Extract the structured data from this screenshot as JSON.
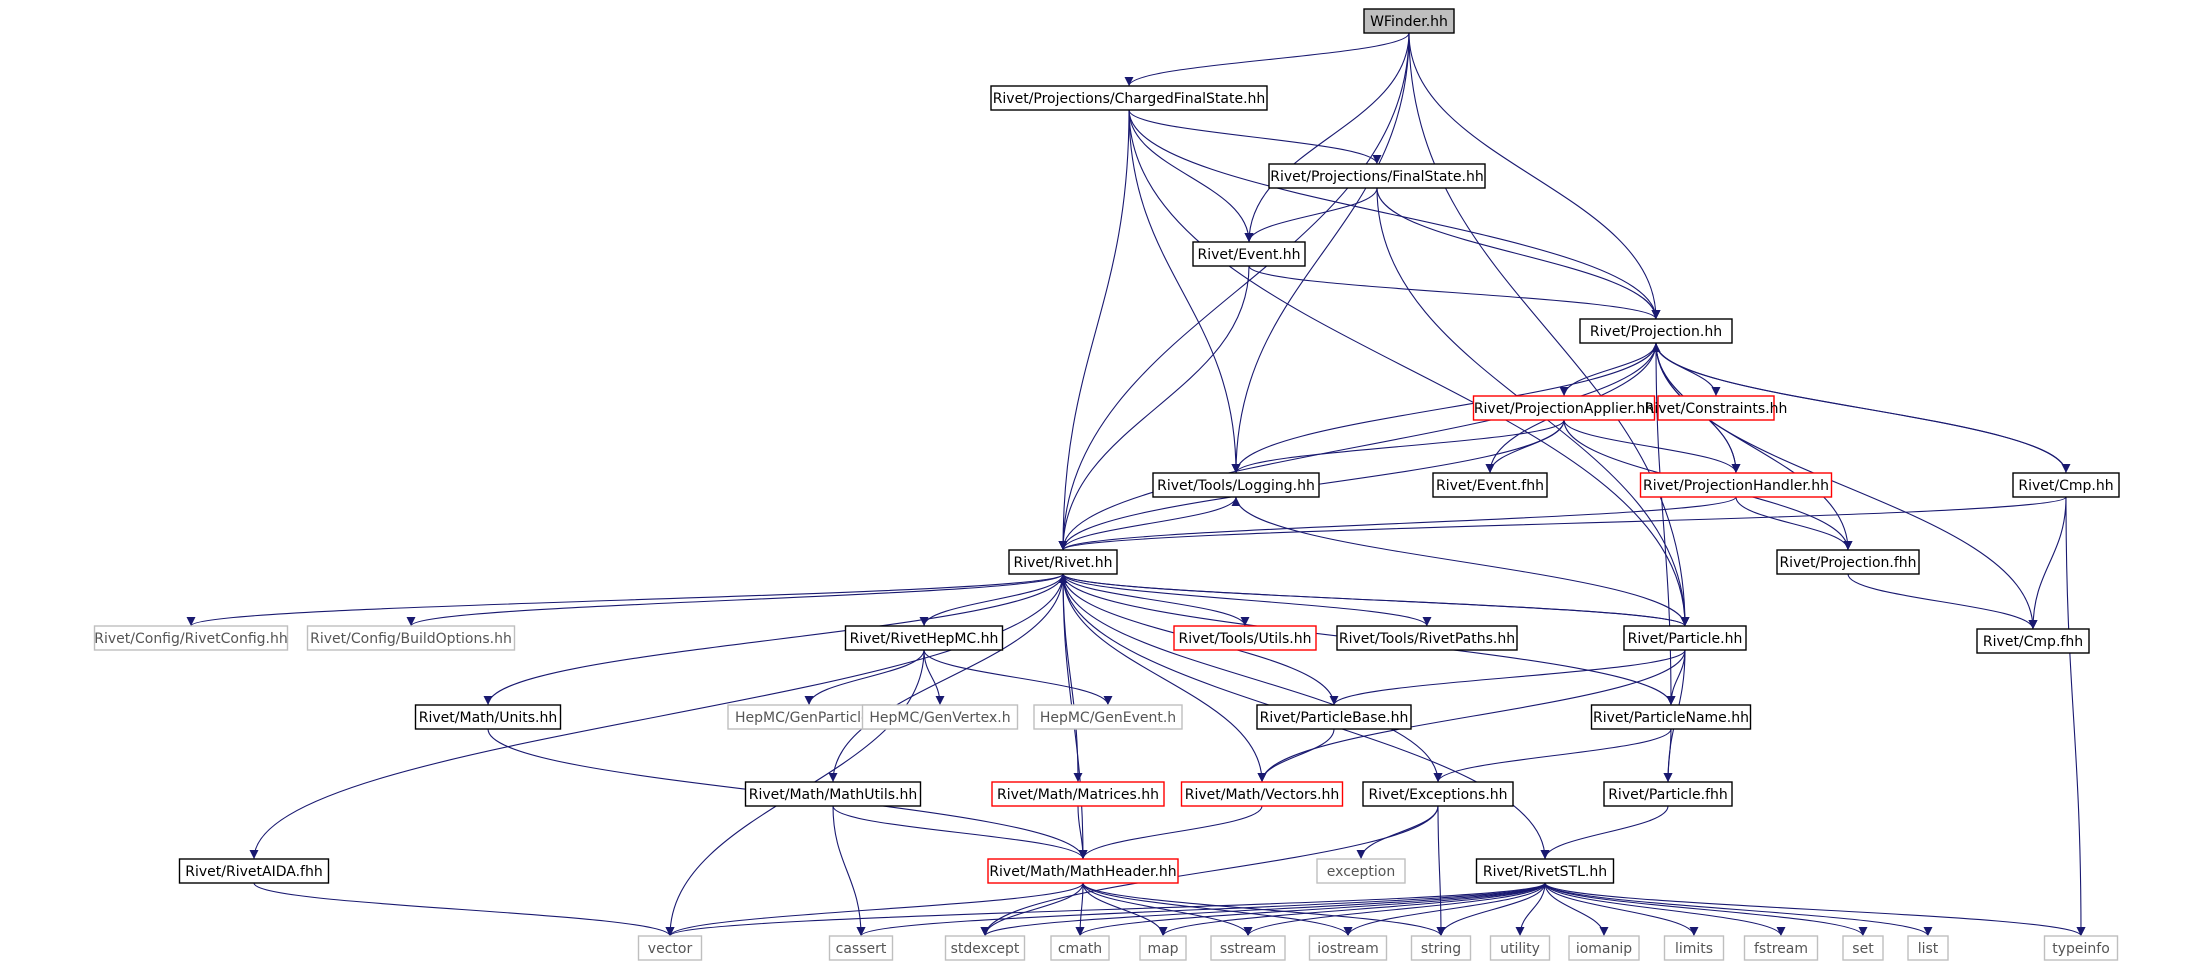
{
  "graph": {
    "root": "WFinder.hh",
    "colors": {
      "edge": "#191970",
      "root_fill": "#bfbfbf",
      "border_documented": "#000000",
      "border_truncated": "#ff0000",
      "border_external": "#bfbfbf"
    },
    "nodes": [
      {
        "id": "wfinder",
        "label": "WFinder.hh",
        "kind": "root"
      },
      {
        "id": "chargedfs",
        "label": "Rivet/Projections/ChargedFinalState.hh",
        "kind": "doc"
      },
      {
        "id": "finalstate",
        "label": "Rivet/Projections/FinalState.hh",
        "kind": "doc"
      },
      {
        "id": "event",
        "label": "Rivet/Event.hh",
        "kind": "doc"
      },
      {
        "id": "projection",
        "label": "Rivet/Projection.hh",
        "kind": "doc"
      },
      {
        "id": "projapplier",
        "label": "Rivet/ProjectionApplier.hh",
        "kind": "trunc"
      },
      {
        "id": "constraints",
        "label": "Rivet/Constraints.hh",
        "kind": "trunc"
      },
      {
        "id": "logging",
        "label": "Rivet/Tools/Logging.hh",
        "kind": "doc"
      },
      {
        "id": "eventfhh",
        "label": "Rivet/Event.fhh",
        "kind": "doc"
      },
      {
        "id": "projhandler",
        "label": "Rivet/ProjectionHandler.hh",
        "kind": "trunc"
      },
      {
        "id": "cmp",
        "label": "Rivet/Cmp.hh",
        "kind": "doc"
      },
      {
        "id": "rivet",
        "label": "Rivet/Rivet.hh",
        "kind": "doc"
      },
      {
        "id": "projfhh",
        "label": "Rivet/Projection.fhh",
        "kind": "doc"
      },
      {
        "id": "rivetconfig",
        "label": "Rivet/Config/RivetConfig.hh",
        "kind": "ext"
      },
      {
        "id": "buildoptions",
        "label": "Rivet/Config/BuildOptions.hh",
        "kind": "ext"
      },
      {
        "id": "rivethepmc",
        "label": "Rivet/RivetHepMC.hh",
        "kind": "doc"
      },
      {
        "id": "utils",
        "label": "Rivet/Tools/Utils.hh",
        "kind": "trunc"
      },
      {
        "id": "rivetpaths",
        "label": "Rivet/Tools/RivetPaths.hh",
        "kind": "doc"
      },
      {
        "id": "particle",
        "label": "Rivet/Particle.hh",
        "kind": "doc"
      },
      {
        "id": "cmpfhh",
        "label": "Rivet/Cmp.fhh",
        "kind": "doc"
      },
      {
        "id": "units",
        "label": "Rivet/Math/Units.hh",
        "kind": "doc"
      },
      {
        "id": "genparticle",
        "label": "HepMC/GenParticle.h",
        "kind": "ext"
      },
      {
        "id": "genvertex",
        "label": "HepMC/GenVertex.h",
        "kind": "ext"
      },
      {
        "id": "genevent",
        "label": "HepMC/GenEvent.h",
        "kind": "ext"
      },
      {
        "id": "particlebase",
        "label": "Rivet/ParticleBase.hh",
        "kind": "doc"
      },
      {
        "id": "particlename",
        "label": "Rivet/ParticleName.hh",
        "kind": "doc"
      },
      {
        "id": "mathutils",
        "label": "Rivet/Math/MathUtils.hh",
        "kind": "doc"
      },
      {
        "id": "matrices",
        "label": "Rivet/Math/Matrices.hh",
        "kind": "trunc"
      },
      {
        "id": "vectors",
        "label": "Rivet/Math/Vectors.hh",
        "kind": "trunc"
      },
      {
        "id": "exceptions",
        "label": "Rivet/Exceptions.hh",
        "kind": "doc"
      },
      {
        "id": "particlefhh",
        "label": "Rivet/Particle.fhh",
        "kind": "doc"
      },
      {
        "id": "aida",
        "label": "Rivet/RivetAIDA.fhh",
        "kind": "doc"
      },
      {
        "id": "mathheader",
        "label": "Rivet/Math/MathHeader.hh",
        "kind": "trunc"
      },
      {
        "id": "exception",
        "label": "exception",
        "kind": "ext"
      },
      {
        "id": "rivetstl",
        "label": "Rivet/RivetSTL.hh",
        "kind": "doc"
      },
      {
        "id": "vector",
        "label": "vector",
        "kind": "ext"
      },
      {
        "id": "cassert",
        "label": "cassert",
        "kind": "ext"
      },
      {
        "id": "stdexcept",
        "label": "stdexcept",
        "kind": "ext"
      },
      {
        "id": "cmath",
        "label": "cmath",
        "kind": "ext"
      },
      {
        "id": "map",
        "label": "map",
        "kind": "ext"
      },
      {
        "id": "sstream",
        "label": "sstream",
        "kind": "ext"
      },
      {
        "id": "iostream",
        "label": "iostream",
        "kind": "ext"
      },
      {
        "id": "string",
        "label": "string",
        "kind": "ext"
      },
      {
        "id": "utility",
        "label": "utility",
        "kind": "ext"
      },
      {
        "id": "iomanip",
        "label": "iomanip",
        "kind": "ext"
      },
      {
        "id": "limits",
        "label": "limits",
        "kind": "ext"
      },
      {
        "id": "fstream",
        "label": "fstream",
        "kind": "ext"
      },
      {
        "id": "set",
        "label": "set",
        "kind": "ext"
      },
      {
        "id": "list",
        "label": "list",
        "kind": "ext"
      },
      {
        "id": "typeinfo",
        "label": "typeinfo",
        "kind": "ext"
      }
    ],
    "edges": [
      [
        "wfinder",
        "chargedfs"
      ],
      [
        "wfinder",
        "event"
      ],
      [
        "wfinder",
        "projection"
      ],
      [
        "wfinder",
        "logging"
      ],
      [
        "wfinder",
        "rivet"
      ],
      [
        "wfinder",
        "particle"
      ],
      [
        "chargedfs",
        "finalstate"
      ],
      [
        "chargedfs",
        "event"
      ],
      [
        "chargedfs",
        "projection"
      ],
      [
        "chargedfs",
        "rivet"
      ],
      [
        "chargedfs",
        "logging"
      ],
      [
        "chargedfs",
        "particle"
      ],
      [
        "finalstate",
        "event"
      ],
      [
        "finalstate",
        "projection"
      ],
      [
        "finalstate",
        "particle"
      ],
      [
        "event",
        "projection"
      ],
      [
        "event",
        "rivet"
      ],
      [
        "projection",
        "projapplier"
      ],
      [
        "projection",
        "constraints"
      ],
      [
        "projection",
        "logging"
      ],
      [
        "projection",
        "eventfhh"
      ],
      [
        "projection",
        "projhandler"
      ],
      [
        "projection",
        "cmp"
      ],
      [
        "projection",
        "rivet"
      ],
      [
        "projection",
        "projfhh"
      ],
      [
        "projection",
        "cmpfhh"
      ],
      [
        "projection",
        "particlename"
      ],
      [
        "projapplier",
        "logging"
      ],
      [
        "projapplier",
        "eventfhh"
      ],
      [
        "projapplier",
        "projhandler"
      ],
      [
        "projapplier",
        "projfhh"
      ],
      [
        "projapplier",
        "rivet"
      ],
      [
        "projhandler",
        "projfhh"
      ],
      [
        "projhandler",
        "rivet"
      ],
      [
        "projhandler",
        "projection"
      ],
      [
        "cmp",
        "projection"
      ],
      [
        "cmp",
        "cmpfhh"
      ],
      [
        "cmp",
        "rivet"
      ],
      [
        "cmp",
        "typeinfo"
      ],
      [
        "projfhh",
        "cmpfhh"
      ],
      [
        "logging",
        "rivet"
      ],
      [
        "rivet",
        "rivetconfig"
      ],
      [
        "rivet",
        "buildoptions"
      ],
      [
        "rivet",
        "rivethepmc"
      ],
      [
        "rivet",
        "utils"
      ],
      [
        "rivet",
        "rivetpaths"
      ],
      [
        "rivet",
        "particle"
      ],
      [
        "rivet",
        "units"
      ],
      [
        "rivet",
        "mathutils"
      ],
      [
        "rivet",
        "matrices"
      ],
      [
        "rivet",
        "mathheader"
      ],
      [
        "rivet",
        "vectors"
      ],
      [
        "rivet",
        "exceptions"
      ],
      [
        "rivet",
        "particlename"
      ],
      [
        "rivet",
        "aida"
      ],
      [
        "rivet",
        "rivetstl"
      ],
      [
        "rivethepmc",
        "genparticle"
      ],
      [
        "rivethepmc",
        "genvertex"
      ],
      [
        "rivethepmc",
        "genevent"
      ],
      [
        "rivethepmc",
        "vector"
      ],
      [
        "particle",
        "rivet"
      ],
      [
        "particle",
        "logging"
      ],
      [
        "particle",
        "particlebase"
      ],
      [
        "particle",
        "particlename"
      ],
      [
        "particle",
        "particlefhh"
      ],
      [
        "particle",
        "vectors"
      ],
      [
        "particlebase",
        "rivet"
      ],
      [
        "particlebase",
        "vectors"
      ],
      [
        "particlename",
        "exceptions"
      ],
      [
        "particlename",
        "particlefhh"
      ],
      [
        "particlefhh",
        "rivetstl"
      ],
      [
        "units",
        "mathheader"
      ],
      [
        "mathutils",
        "mathheader"
      ],
      [
        "mathutils",
        "cassert"
      ],
      [
        "matrices",
        "mathheader"
      ],
      [
        "vectors",
        "mathheader"
      ],
      [
        "exceptions",
        "exception"
      ],
      [
        "exceptions",
        "string"
      ],
      [
        "exceptions",
        "stdexcept"
      ],
      [
        "aida",
        "vector"
      ],
      [
        "mathheader",
        "vector"
      ],
      [
        "mathheader",
        "stdexcept"
      ],
      [
        "mathheader",
        "cmath"
      ],
      [
        "mathheader",
        "map"
      ],
      [
        "mathheader",
        "sstream"
      ],
      [
        "mathheader",
        "iostream"
      ],
      [
        "mathheader",
        "string"
      ],
      [
        "rivetstl",
        "vector"
      ],
      [
        "rivetstl",
        "cassert"
      ],
      [
        "rivetstl",
        "stdexcept"
      ],
      [
        "rivetstl",
        "cmath"
      ],
      [
        "rivetstl",
        "map"
      ],
      [
        "rivetstl",
        "sstream"
      ],
      [
        "rivetstl",
        "iostream"
      ],
      [
        "rivetstl",
        "string"
      ],
      [
        "rivetstl",
        "utility"
      ],
      [
        "rivetstl",
        "iomanip"
      ],
      [
        "rivetstl",
        "limits"
      ],
      [
        "rivetstl",
        "fstream"
      ],
      [
        "rivetstl",
        "set"
      ],
      [
        "rivetstl",
        "list"
      ],
      [
        "rivetstl",
        "typeinfo"
      ]
    ]
  }
}
